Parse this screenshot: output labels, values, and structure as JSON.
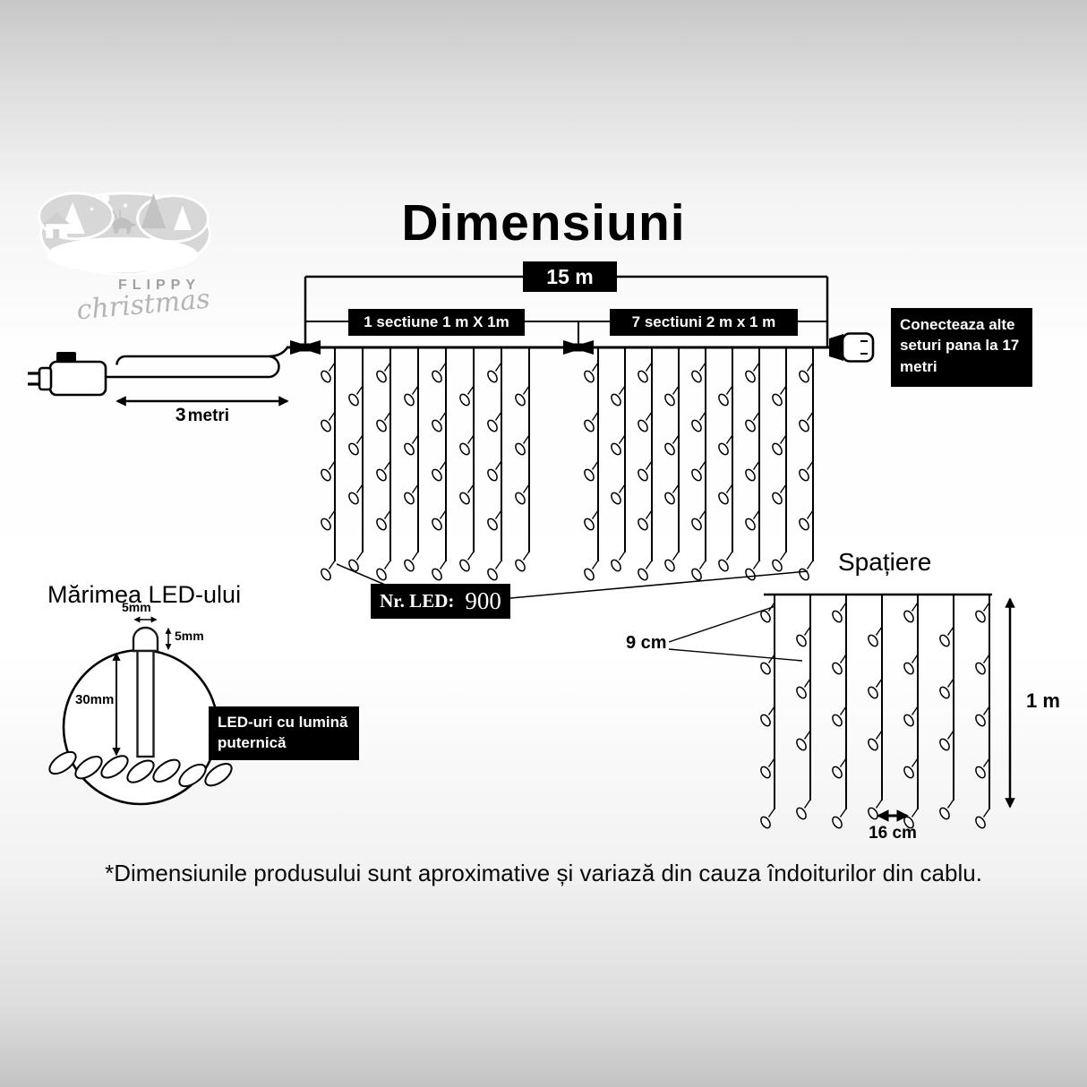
{
  "title": "Dimensiuni",
  "logo": {
    "line1": "FLIPPY",
    "line2": "christmas"
  },
  "top_diagram": {
    "total_span": "15 m",
    "section_left": "1 sectiune 1 m X 1m",
    "section_right": "7 sectiuni 2 m x 1 m",
    "connect_note": "Conecteaza alte seturi pana la 17 metri",
    "lead_number": "3",
    "lead_unit": "metri",
    "led_count_label": "Nr. LED:",
    "led_count_value": "900"
  },
  "spacing_diagram": {
    "title": "Spațiere",
    "top_gap": "9 cm",
    "height": "1 m",
    "bottom_gap": "16 cm"
  },
  "led_diagram": {
    "title": "Mărimea LED-ului",
    "cap_width": "5mm",
    "cap_height": "5mm",
    "body_height": "30mm",
    "note": "LED-uri cu lumină puternică"
  },
  "footnote": "*Dimensiunile produsului sunt aproximative și variază din cauza îndoiturilor din cablu.",
  "colors": {
    "box_bg": "#000000",
    "box_text": "#ffffff",
    "background_edge": "#c7c7c7"
  }
}
